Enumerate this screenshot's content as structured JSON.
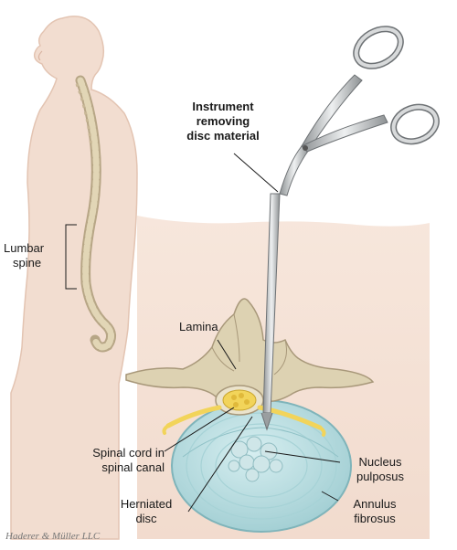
{
  "labels": {
    "instrument_line1": "Instrument",
    "instrument_line2": "removing",
    "instrument_line3": "disc material",
    "lumbar_line1": "Lumbar",
    "lumbar_line2": "spine",
    "lamina": "Lamina",
    "spinal_cord_line1": "Spinal cord in",
    "spinal_cord_line2": "spinal canal",
    "herniated_line1": "Herniated",
    "herniated_line2": "disc",
    "nucleus_line1": "Nucleus",
    "nucleus_line2": "pulposus",
    "annulus_line1": "Annulus",
    "annulus_line2": "fibrosus"
  },
  "credit": "Haderer & Müller LLC",
  "colors": {
    "skin": "#f2ddd0",
    "skin_edge": "#e3c4b2",
    "bone": "#ddd2b2",
    "bone_shadow": "#a8987a",
    "disc": "#b8dde0",
    "disc_edge": "#7fb4ba",
    "nerve": "#f2d45a",
    "instrument": "#c9cbcd",
    "instrument_edge": "#6e7275"
  }
}
